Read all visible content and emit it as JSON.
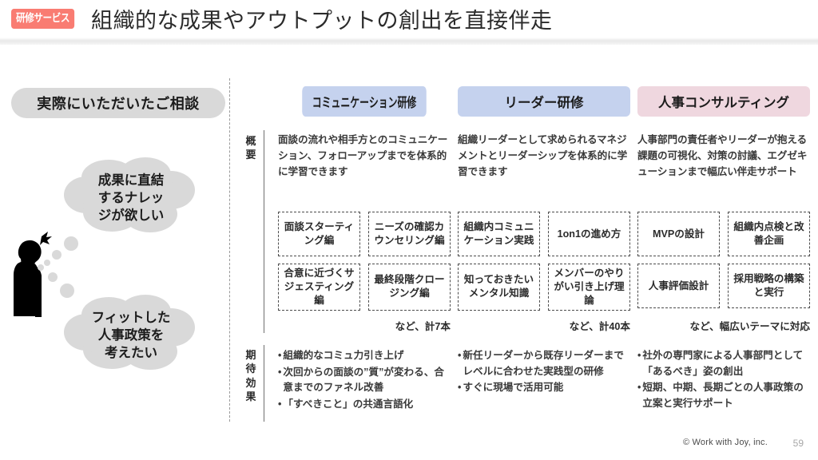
{
  "header": {
    "badge": "研修サービス",
    "title": "組織的な成果やアウトプットの創出を直接伴走"
  },
  "left_panel": {
    "pill_label": "実際にいただいたご相談",
    "clouds": [
      {
        "text": "成果に直結\nするナレッ\nジが欲しい"
      },
      {
        "text": "フィットした\n人事政策を\n考えたい"
      }
    ],
    "person_icon": "thinking-person-silhouette"
  },
  "row_labels": {
    "overview": "概要",
    "expected_effect": "期待効果"
  },
  "columns": [
    {
      "header": "コミュニケーション研修",
      "header_color": "#c5d2ee",
      "overview": "面談の流れや相手方とのコミュニケーション、フォローアップまでを体系的に学習できます",
      "chips": [
        "面談スターティング編",
        "ニーズの確認カウンセリング編",
        "合意に近づくサジェスティング編",
        "最終段階クロージング編"
      ],
      "chip_note": "など、計7本",
      "effects": [
        "組織的なコミュ力引き上げ",
        "次回からの面談の”質”が変わる、合意までのファネル改善",
        "「すべきこと」の共通言語化"
      ]
    },
    {
      "header": "リーダー研修",
      "header_color": "#c5d2ee",
      "overview": "組織リーダーとして求められるマネジメントとリーダーシップを体系的に学習できます",
      "chips": [
        "組織内コミュニケーション実践",
        "1on1の進め方",
        "知っておきたいメンタル知識",
        "メンバーのやりがい引き上げ理論"
      ],
      "chip_note": "など、計40本",
      "effects": [
        "新任リーダーから既存リーダーまでレベルに合わせた実践型の研修",
        "すぐに現場で活用可能"
      ]
    },
    {
      "header": "人事コンサルティング",
      "header_color": "#efd7df",
      "overview": "人事部門の責任者やリーダーが抱える課題の可視化、対策の討議、エグゼキューションまで幅広い伴走サポート",
      "chips": [
        "MVPの設計",
        "組織内点検と改善企画",
        "人事評価設計",
        "採用戦略の構築と実行"
      ],
      "chip_note": "など、幅広いテーマに対応",
      "effects": [
        "社外の専門家による人事部門として「あるべき」姿の創出",
        "短期、中期、長期ごとの人事政策の立案と実行サポート"
      ]
    }
  ],
  "bullet_char": "•",
  "footer": {
    "copyright": "© Work with Joy, inc.",
    "page_number": "59"
  }
}
